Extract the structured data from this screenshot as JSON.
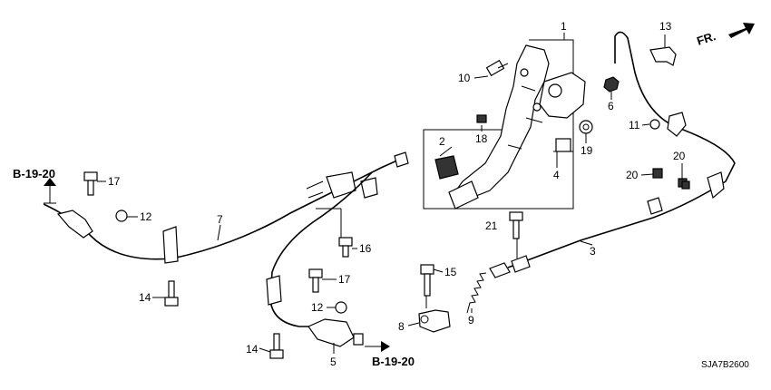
{
  "diagram": {
    "direction_label": "FR.",
    "diagram_code": "SJA7B2600",
    "cross_references": [
      "B-19-20",
      "B-19-20"
    ],
    "callouts": [
      "1",
      "2",
      "3",
      "4",
      "5",
      "6",
      "7",
      "8",
      "9",
      "10",
      "11",
      "12",
      "12",
      "13",
      "14",
      "14",
      "15",
      "16",
      "17",
      "17",
      "18",
      "19",
      "20",
      "20",
      "21"
    ]
  }
}
